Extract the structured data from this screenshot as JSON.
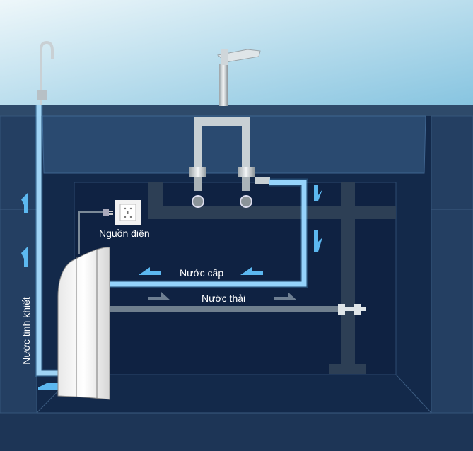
{
  "labels": {
    "power": "Nguồn điện",
    "supply_water": "Nước cấp",
    "waste_water": "Nước thải",
    "pure_water": "Nước tinh khiết"
  },
  "colors": {
    "sky_top": "#e6f3f8",
    "sky_bottom": "#8cc8e2",
    "cabinet": "#1d3556",
    "cabinet_inner": "#0f2242",
    "pure_pipe": "#bfe6ff",
    "supply_pipe": "#a9dcff",
    "waste_pipe": "#6f7f8e",
    "arrow_blue": "#5cb8f0",
    "arrow_grey": "#6e7f92"
  }
}
